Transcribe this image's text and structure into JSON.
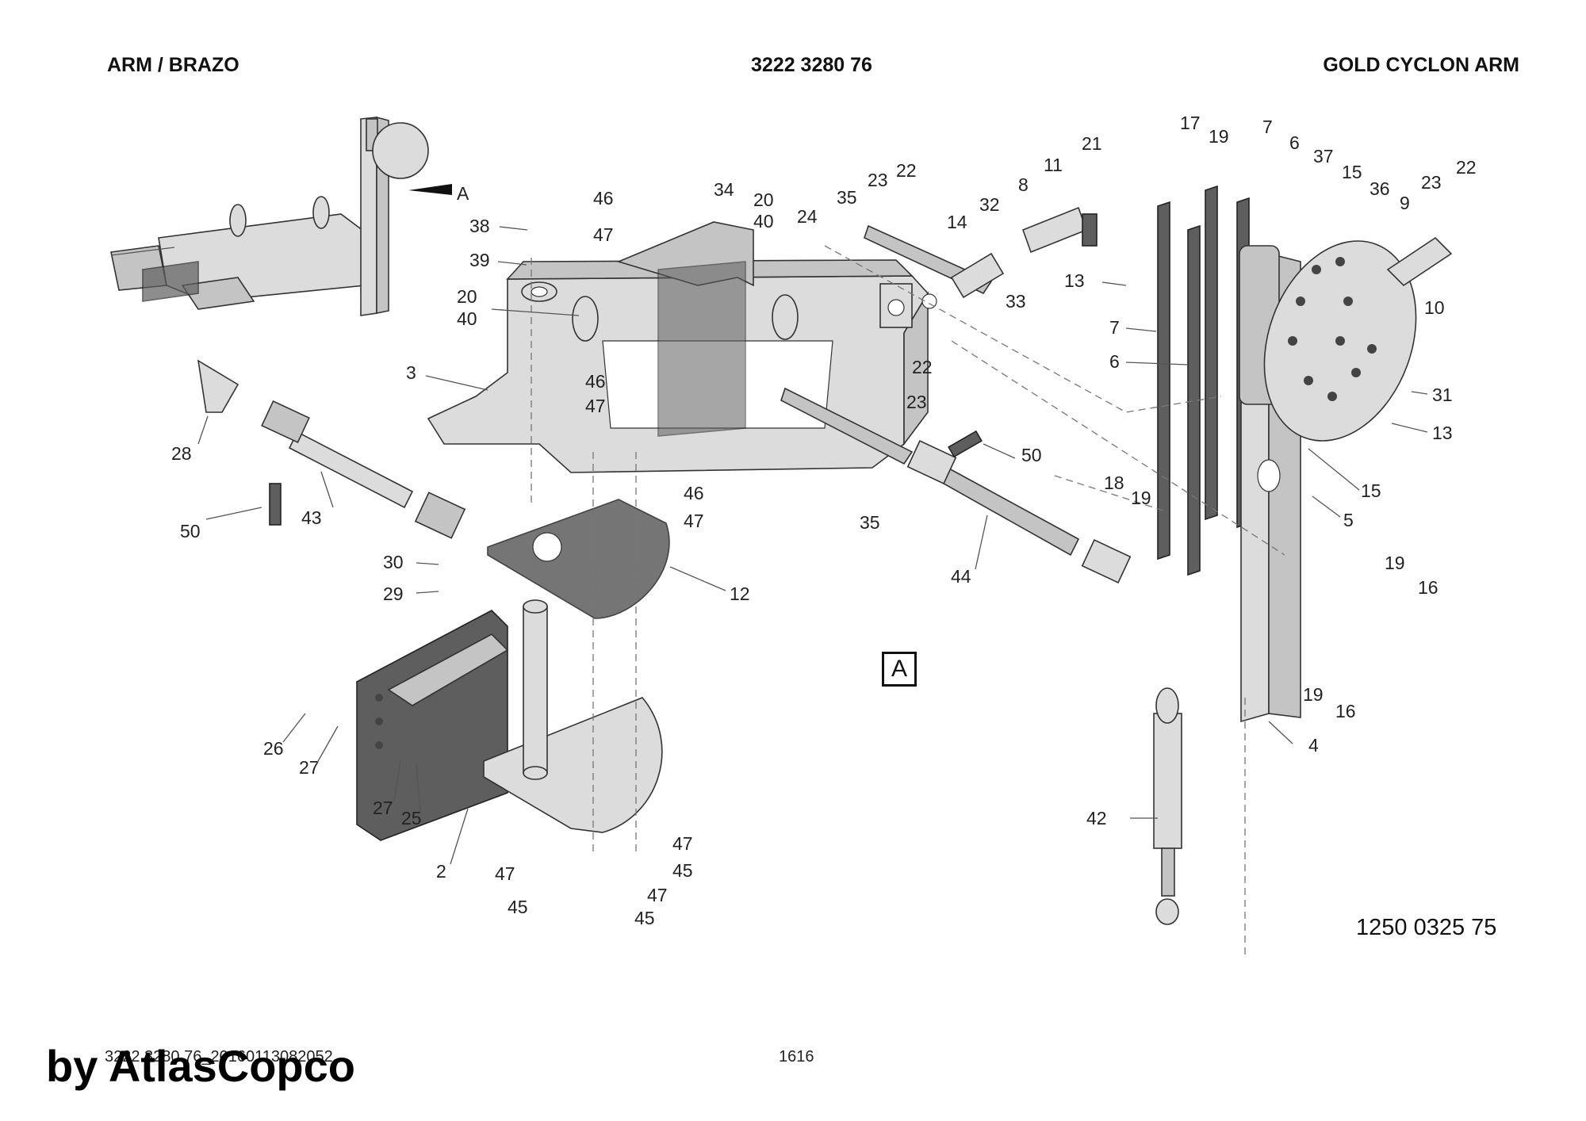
{
  "header": {
    "left_title": "ARM / BRAZO",
    "part_number": "3222 3280 76",
    "right_title": "GOLD CYCLON ARM"
  },
  "diagram": {
    "detail_label": "A",
    "view_box_label": "A",
    "drawing_reference": "1250 0325 75",
    "callouts": [
      {
        "id": "c17",
        "text": "17"
      },
      {
        "id": "c19a",
        "text": "19"
      },
      {
        "id": "c7a",
        "text": "7"
      },
      {
        "id": "c6a",
        "text": "6"
      },
      {
        "id": "c37",
        "text": "37"
      },
      {
        "id": "c15a",
        "text": "15"
      },
      {
        "id": "c36",
        "text": "36"
      },
      {
        "id": "c9",
        "text": "9"
      },
      {
        "id": "c23a",
        "text": "23"
      },
      {
        "id": "c22a",
        "text": "22"
      },
      {
        "id": "c10",
        "text": "10"
      },
      {
        "id": "c21",
        "text": "21"
      },
      {
        "id": "c11",
        "text": "11"
      },
      {
        "id": "c8",
        "text": "8"
      },
      {
        "id": "c32",
        "text": "32"
      },
      {
        "id": "c14",
        "text": "14"
      },
      {
        "id": "c33",
        "text": "33"
      },
      {
        "id": "c13a",
        "text": "13"
      },
      {
        "id": "c7b",
        "text": "7"
      },
      {
        "id": "c6b",
        "text": "6"
      },
      {
        "id": "c22b",
        "text": "22"
      },
      {
        "id": "c23b",
        "text": "23"
      },
      {
        "id": "c35a",
        "text": "35"
      },
      {
        "id": "c24",
        "text": "24"
      },
      {
        "id": "c20a",
        "text": "20"
      },
      {
        "id": "c40a",
        "text": "40"
      },
      {
        "id": "c34",
        "text": "34"
      },
      {
        "id": "c46a",
        "text": "46"
      },
      {
        "id": "c47a",
        "text": "47"
      },
      {
        "id": "c38",
        "text": "38"
      },
      {
        "id": "c39",
        "text": "39"
      },
      {
        "id": "c20b",
        "text": "20"
      },
      {
        "id": "c40b",
        "text": "40"
      },
      {
        "id": "c3",
        "text": "3"
      },
      {
        "id": "c46b",
        "text": "46"
      },
      {
        "id": "c47b",
        "text": "47"
      },
      {
        "id": "c22c",
        "text": "22"
      },
      {
        "id": "c23c",
        "text": "23"
      },
      {
        "id": "c31",
        "text": "31"
      },
      {
        "id": "c13b",
        "text": "13"
      },
      {
        "id": "c15b",
        "text": "15"
      },
      {
        "id": "c5",
        "text": "5"
      },
      {
        "id": "c28",
        "text": "28"
      },
      {
        "id": "c50a",
        "text": "50"
      },
      {
        "id": "c43",
        "text": "43"
      },
      {
        "id": "c46c",
        "text": "46"
      },
      {
        "id": "c47c",
        "text": "47"
      },
      {
        "id": "c50b",
        "text": "50"
      },
      {
        "id": "c35b",
        "text": "35"
      },
      {
        "id": "c18",
        "text": "18"
      },
      {
        "id": "c19b",
        "text": "19"
      },
      {
        "id": "c30",
        "text": "30"
      },
      {
        "id": "c29",
        "text": "29"
      },
      {
        "id": "c12",
        "text": "12"
      },
      {
        "id": "c44",
        "text": "44"
      },
      {
        "id": "c19c",
        "text": "19"
      },
      {
        "id": "c16a",
        "text": "16"
      },
      {
        "id": "c19d",
        "text": "19"
      },
      {
        "id": "c16b",
        "text": "16"
      },
      {
        "id": "c4",
        "text": "4"
      },
      {
        "id": "c26",
        "text": "26"
      },
      {
        "id": "c27a",
        "text": "27"
      },
      {
        "id": "c27b",
        "text": "27"
      },
      {
        "id": "c25",
        "text": "25"
      },
      {
        "id": "c2",
        "text": "2"
      },
      {
        "id": "c42",
        "text": "42"
      },
      {
        "id": "c47d",
        "text": "47"
      },
      {
        "id": "c45a",
        "text": "45"
      },
      {
        "id": "c47e",
        "text": "47"
      },
      {
        "id": "c45b",
        "text": "45"
      },
      {
        "id": "c47f",
        "text": "47"
      },
      {
        "id": "c45c",
        "text": "45"
      }
    ]
  },
  "footer": {
    "document_code": "3222 3280 76_20160113082052",
    "page_number": "1616",
    "watermark": "by AtlasCopco"
  }
}
